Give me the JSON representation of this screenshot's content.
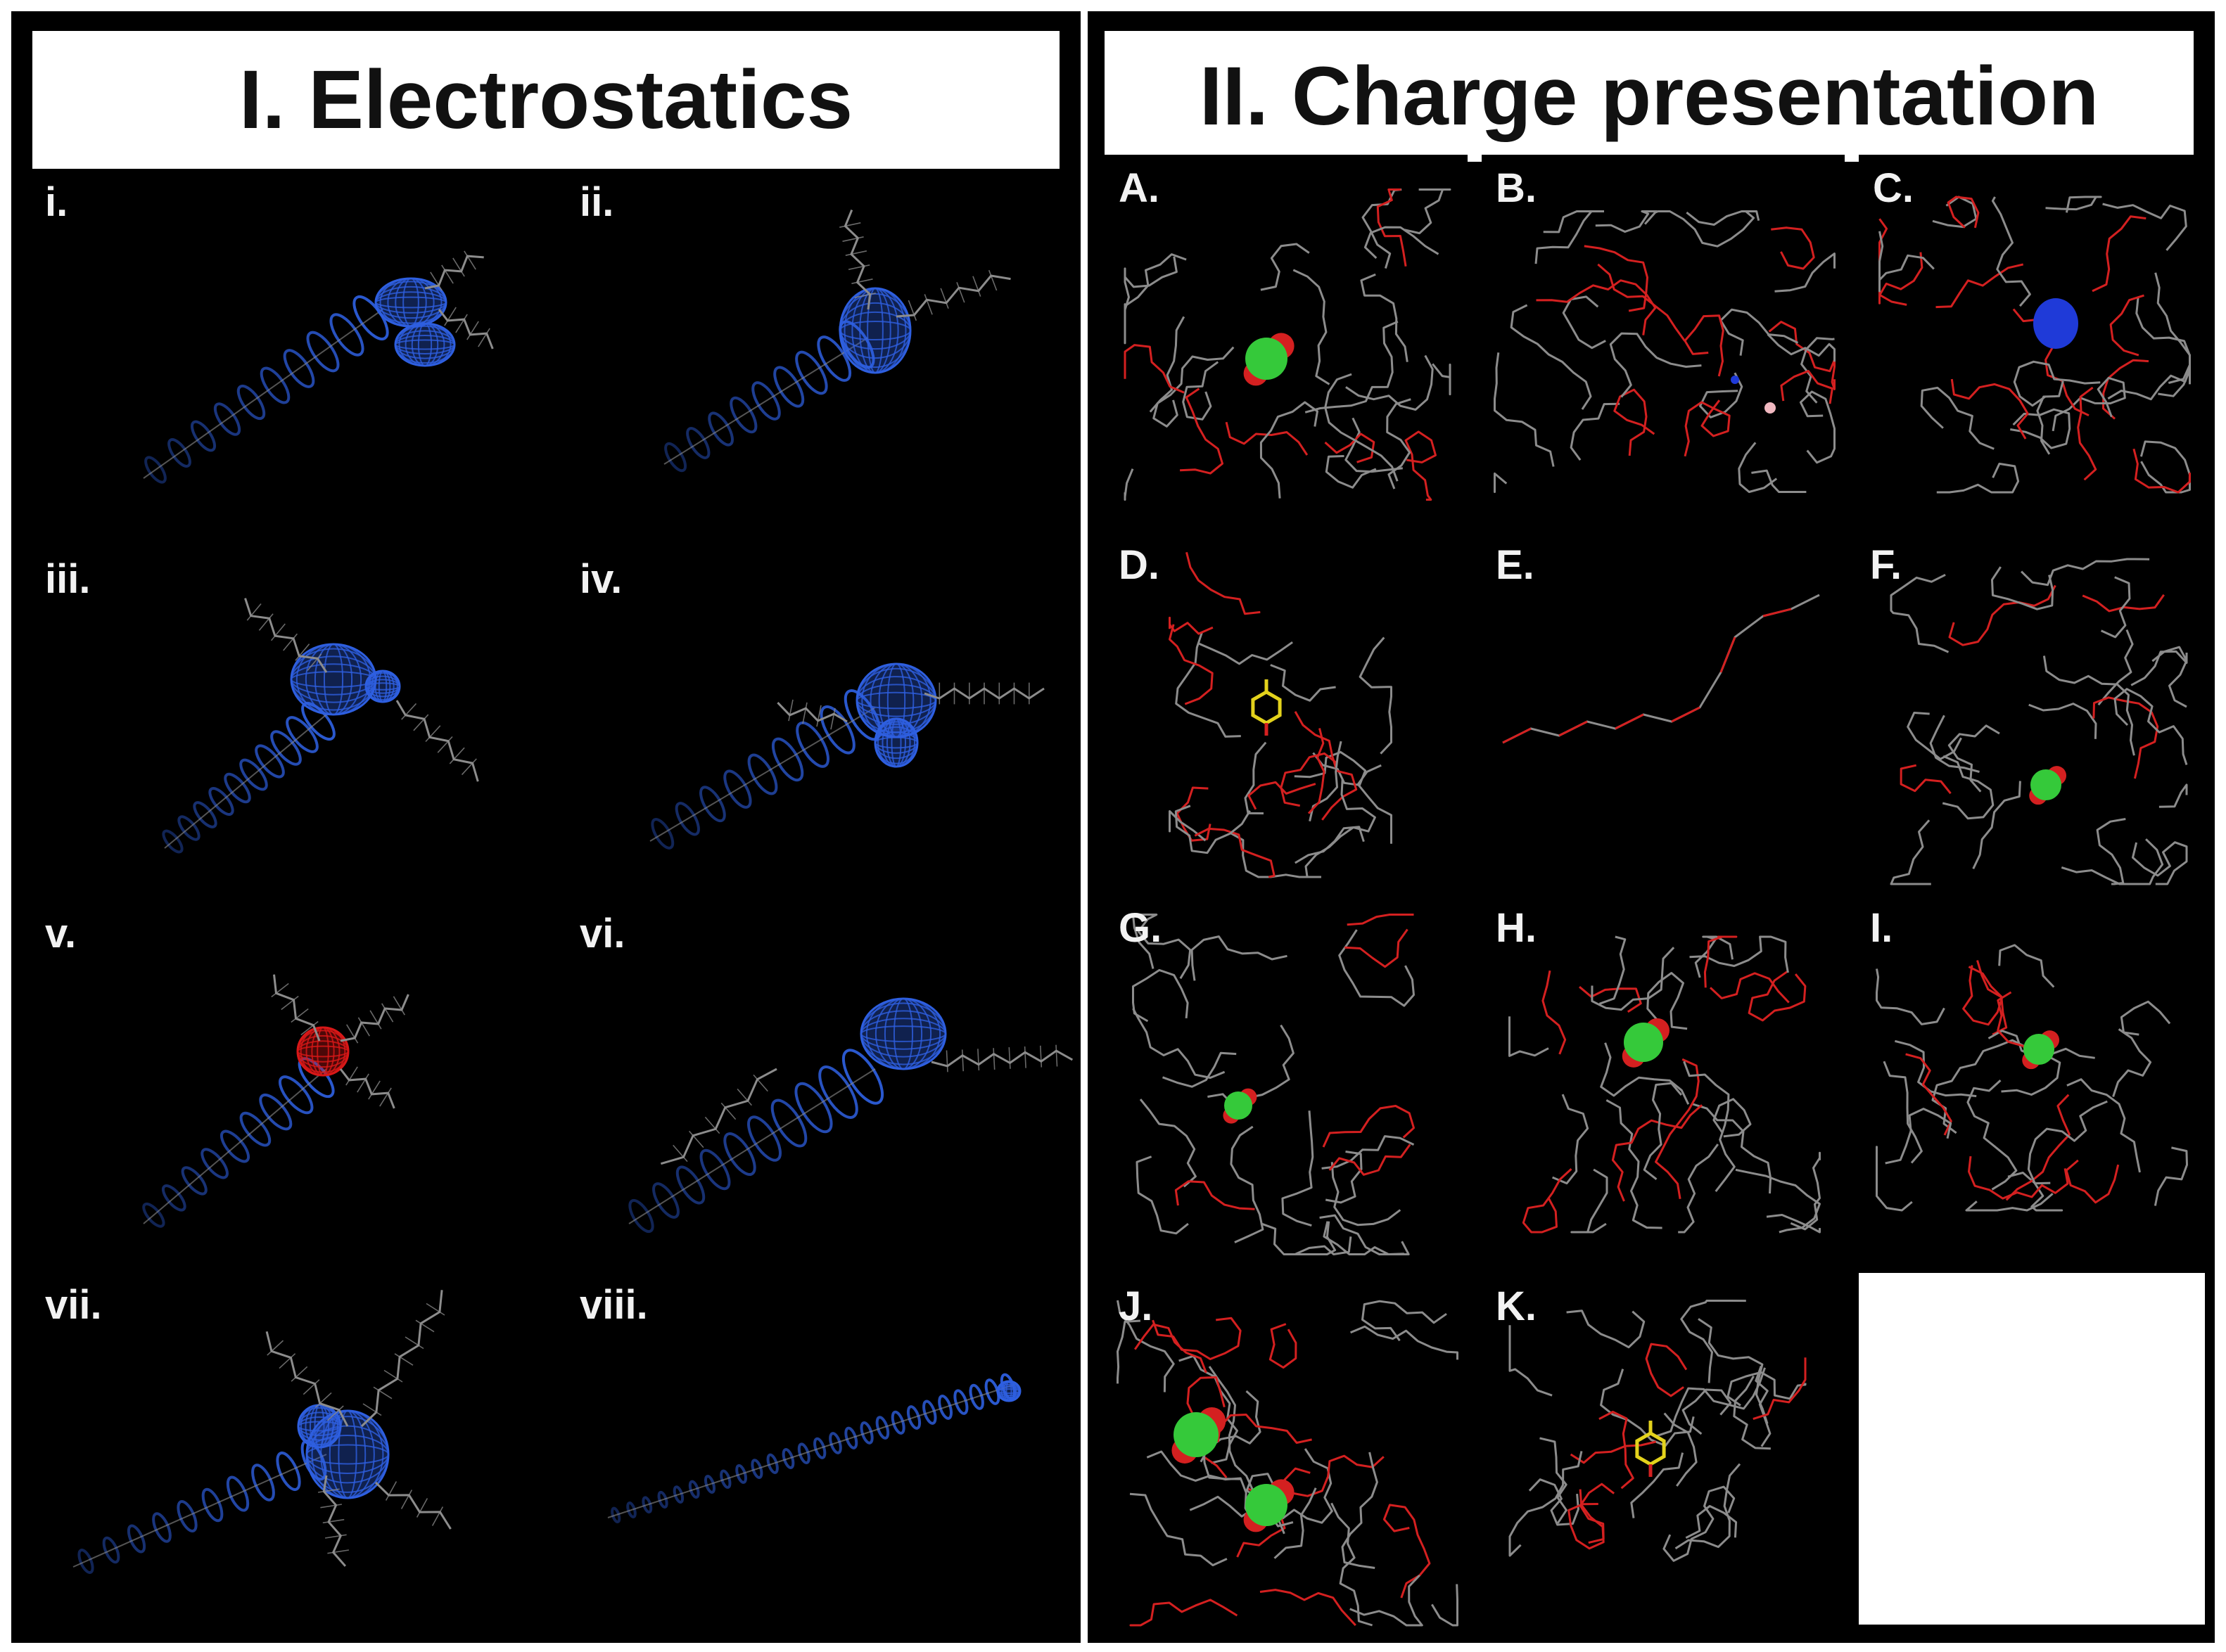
{
  "figure": {
    "section1": {
      "title": "I. Electrostatics",
      "panels": [
        {
          "label": "i.",
          "name": "panel-i"
        },
        {
          "label": "ii.",
          "name": "panel-ii"
        },
        {
          "label": "iii.",
          "name": "panel-iii"
        },
        {
          "label": "iv.",
          "name": "panel-iv"
        },
        {
          "label": "v.",
          "name": "panel-v"
        },
        {
          "label": "vi.",
          "name": "panel-vi"
        },
        {
          "label": "vii.",
          "name": "panel-vii"
        },
        {
          "label": "viii.",
          "name": "panel-viii"
        }
      ]
    },
    "section2": {
      "title": "II. Charge presentation",
      "panels": [
        {
          "label": "A.",
          "name": "panel-a"
        },
        {
          "label": "B.",
          "name": "panel-b"
        },
        {
          "label": "C.",
          "name": "panel-c"
        },
        {
          "label": "D.",
          "name": "panel-d"
        },
        {
          "label": "E.",
          "name": "panel-e"
        },
        {
          "label": "F.",
          "name": "panel-f"
        },
        {
          "label": "G.",
          "name": "panel-g"
        },
        {
          "label": "H.",
          "name": "panel-h"
        },
        {
          "label": "I.",
          "name": "panel-i-charge"
        },
        {
          "label": "J.",
          "name": "panel-j"
        },
        {
          "label": "K.",
          "name": "panel-k"
        }
      ]
    },
    "colors": {
      "background": "#000000",
      "mesh": "#2e5fe0",
      "mesh_negative": "#d81818",
      "backbone": "#8c8c8c",
      "oxygen": "#d42020",
      "chloride": "#35c93a",
      "sulfur": "#e3d21c",
      "nitrogen": "#1f3ad8"
    }
  }
}
